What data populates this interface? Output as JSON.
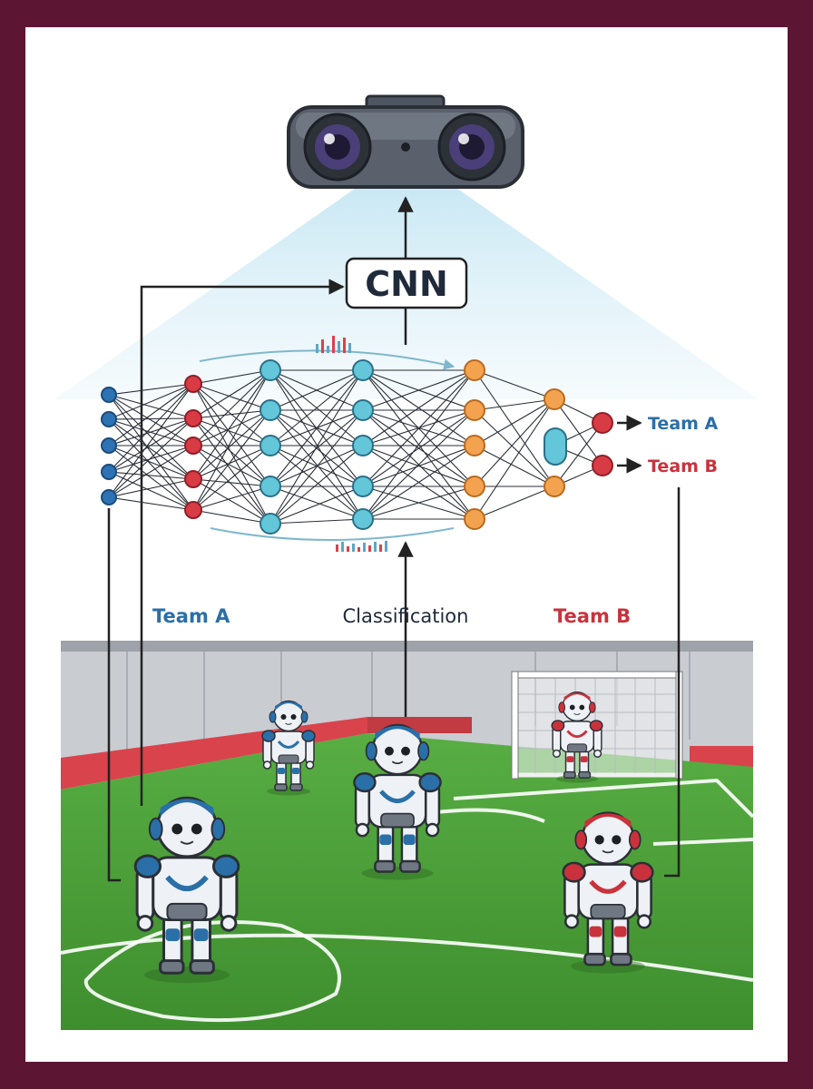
{
  "diagram": {
    "title": "CNN",
    "classification_label": "Classification",
    "left_team_label": "Team A",
    "right_team_label": "Team B",
    "outputs": [
      {
        "label": "Team A",
        "color": "#2a6fa8"
      },
      {
        "label": "Team B",
        "color": "#c9323c"
      }
    ]
  },
  "network": {
    "layers": [
      {
        "nodes": 5,
        "color": "#2e72b4"
      },
      {
        "nodes": 5,
        "color": "#d93b45"
      },
      {
        "nodes": 5,
        "color": "#63c6d9"
      },
      {
        "nodes": 5,
        "color": "#63c6d9"
      },
      {
        "nodes": 5,
        "color": "#f3a34f"
      },
      {
        "nodes": 3,
        "color": "#f3a34f"
      },
      {
        "nodes": 2,
        "color": "#d93b45"
      }
    ]
  },
  "colors": {
    "border": "#5c1634",
    "team_a": "#2a6fa8",
    "team_b": "#c9323c",
    "field": "#4fa23a",
    "wall": "#c9ccd1",
    "arrow": "#222222"
  },
  "icons": [
    "camera-icon",
    "robot-icon",
    "goal-icon",
    "soccer-field-icon"
  ]
}
